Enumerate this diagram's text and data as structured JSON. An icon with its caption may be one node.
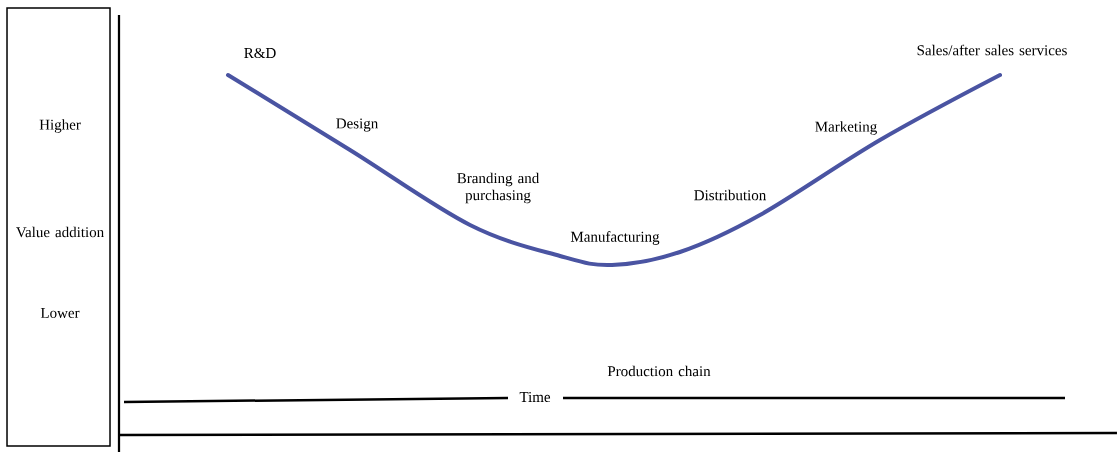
{
  "diagram": {
    "nodes": [
      {
        "text": [
          "Higher",
          "Value addition",
          "Lower"
        ]
      }
    ],
    "labels": [
      "R&D",
      "Sales/after sales services",
      "Design",
      "Marketing",
      "Branding and purchasing",
      "Distribution",
      "Manufacturing",
      "Production chain",
      "Time"
    ]
  }
}
